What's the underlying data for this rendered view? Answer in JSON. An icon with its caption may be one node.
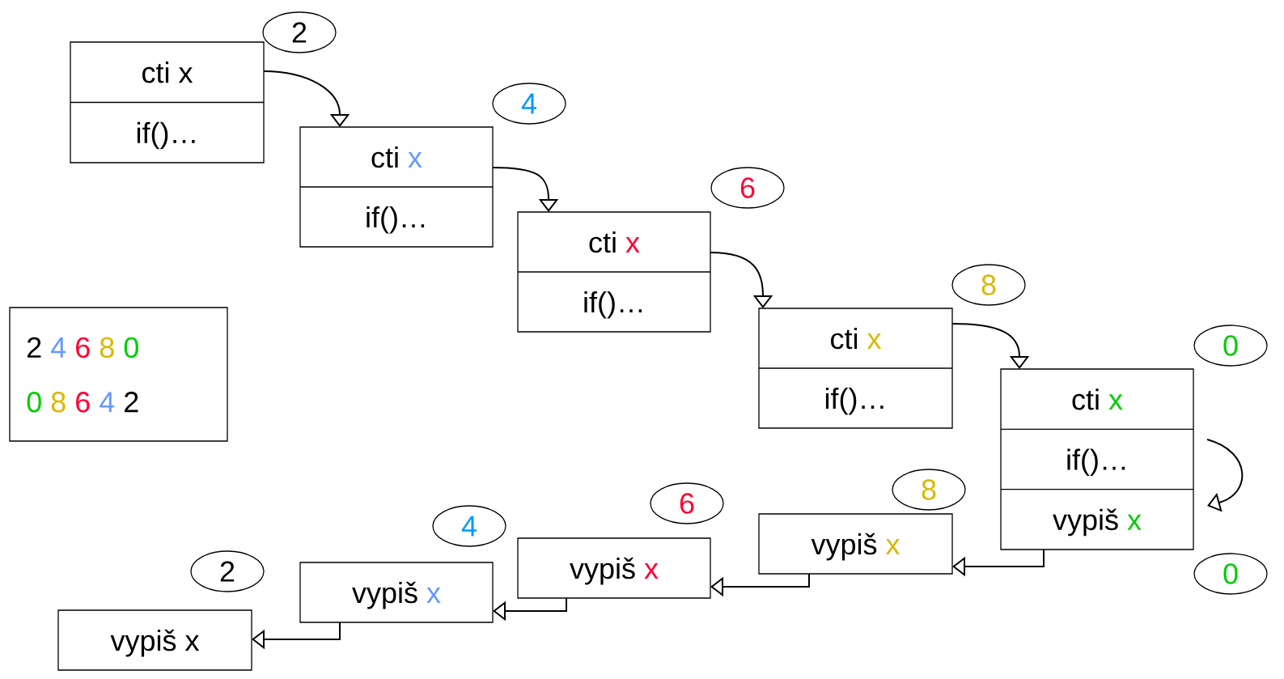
{
  "diagram": {
    "nodes": [
      {
        "text": [
          "2"
        ]
      },
      {
        "text": [
          "cti",
          "x",
          "if()…"
        ]
      },
      {
        "text": [
          "4"
        ]
      },
      {
        "text": [
          "cti",
          "x",
          "if()…"
        ]
      },
      {
        "text": [
          "6"
        ]
      },
      {
        "text": [
          "cti",
          "x",
          "if()…"
        ]
      },
      {
        "text": [
          "8"
        ]
      },
      {
        "text": [
          "cti",
          "x",
          "if()…"
        ]
      },
      {
        "text": [
          "0"
        ]
      },
      {
        "text": [
          "cti",
          "x",
          "if()…",
          "vypiš",
          "x"
        ]
      },
      {
        "text": [
          "2",
          "4",
          "6",
          "8",
          "0",
          "0",
          "8",
          "6",
          "4",
          "2"
        ]
      },
      {
        "text": [
          "8"
        ]
      },
      {
        "text": [
          "vypiš",
          "x"
        ]
      },
      {
        "text": [
          "6"
        ]
      },
      {
        "text": [
          "vypiš",
          "x"
        ]
      },
      {
        "text": [
          "4"
        ]
      },
      {
        "text": [
          "vypiš",
          "x"
        ]
      },
      {
        "text": [
          "2"
        ]
      },
      {
        "text": [
          "vypiš",
          "x"
        ]
      },
      {
        "text": [
          "0"
        ]
      }
    ],
    "edges": [
      {
        "from": 1,
        "to": 3,
        "arrow": "to"
      },
      {
        "from": 3,
        "to": 5,
        "arrow": "to"
      },
      {
        "from": 5,
        "to": 7,
        "arrow": "to"
      },
      {
        "from": 7,
        "to": 9,
        "arrow": "to"
      },
      {
        "from": 9,
        "to": 9,
        "arrow": "to"
      },
      {
        "from": 9,
        "to": 12,
        "arrow": "to"
      },
      {
        "from": 12,
        "to": 14,
        "arrow": "to"
      },
      {
        "from": 14,
        "to": 16,
        "arrow": "to"
      },
      {
        "from": 16,
        "to": 18,
        "arrow": "to"
      }
    ]
  }
}
